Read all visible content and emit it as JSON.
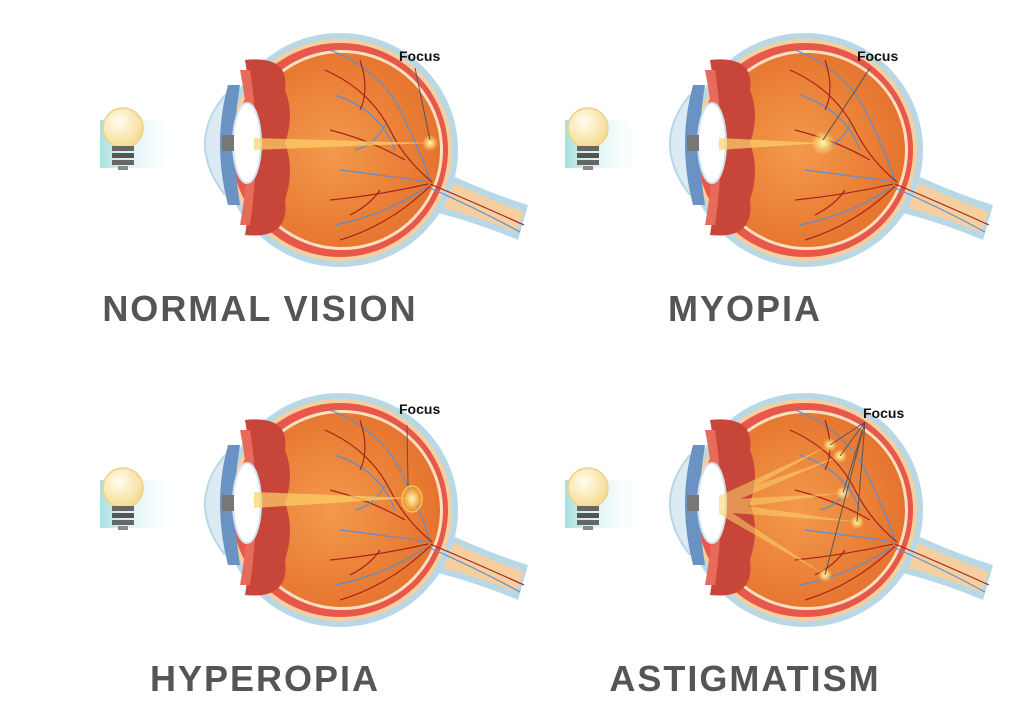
{
  "diagrams": [
    {
      "id": "normal",
      "title": "NORMAL VISION",
      "focus_label": "Focus",
      "focus_position": "on retina"
    },
    {
      "id": "myopia",
      "title": "MYOPIA",
      "focus_label": "Focus",
      "focus_position": "in front of retina"
    },
    {
      "id": "hyperopia",
      "title": "HYPEROPIA",
      "focus_label": "Focus",
      "focus_position": "behind retina"
    },
    {
      "id": "astigmatism",
      "title": "ASTIGMATISM",
      "focus_label": "Focus",
      "focus_position": "multiple focal points"
    }
  ],
  "colors": {
    "title_text": "#555555",
    "sclera_outer": "#b9d8e6",
    "choroid": "#e8584a",
    "vitreous": "#ee8a3c",
    "iris": "#6a93c4",
    "ciliary": "#c8453a",
    "lens": "#ffffff",
    "light_beam": "#f9d27a",
    "bulb_glass": "#fbe7a3",
    "bulb_base": "#555555",
    "vein_blue": "#5b8fd1",
    "artery_red": "#a8221a"
  },
  "icons": [
    "light-bulb-icon",
    "eye-cross-section-icon"
  ]
}
